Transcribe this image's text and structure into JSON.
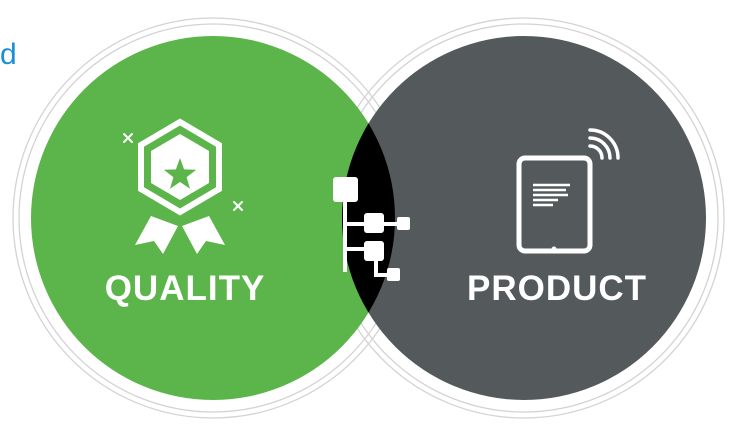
{
  "heading_fragment": "d",
  "venn": {
    "left": {
      "label": "QUALITY",
      "icon": "award-ribbon-star-icon",
      "color": "#5cb54a"
    },
    "right": {
      "label": "PRODUCT",
      "icon": "tablet-wireless-icon",
      "color": "#545a5b"
    },
    "overlap": {
      "icon": "hierarchy-tree-icon",
      "color": "#000000"
    }
  },
  "colors": {
    "accent_text": "#1b8fd6",
    "ring": "#d3d3d3",
    "background": "#ffffff"
  }
}
